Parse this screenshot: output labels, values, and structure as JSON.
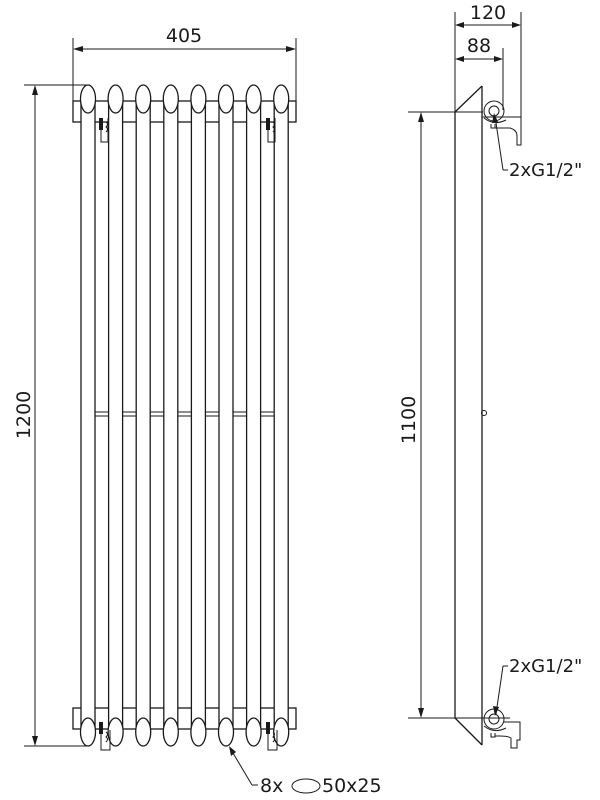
{
  "drawing": {
    "front_view": {
      "width_dim": "405",
      "height_dim": "1200",
      "column_count": 8,
      "column_label": "8x",
      "column_section": "50x25"
    },
    "side_view": {
      "depth_total_dim": "120",
      "depth_wall_dim": "88",
      "connection_spacing_dim": "1100",
      "top_connection_label": "2xG1/2\"",
      "bottom_connection_label": "2xG1/2\""
    }
  }
}
